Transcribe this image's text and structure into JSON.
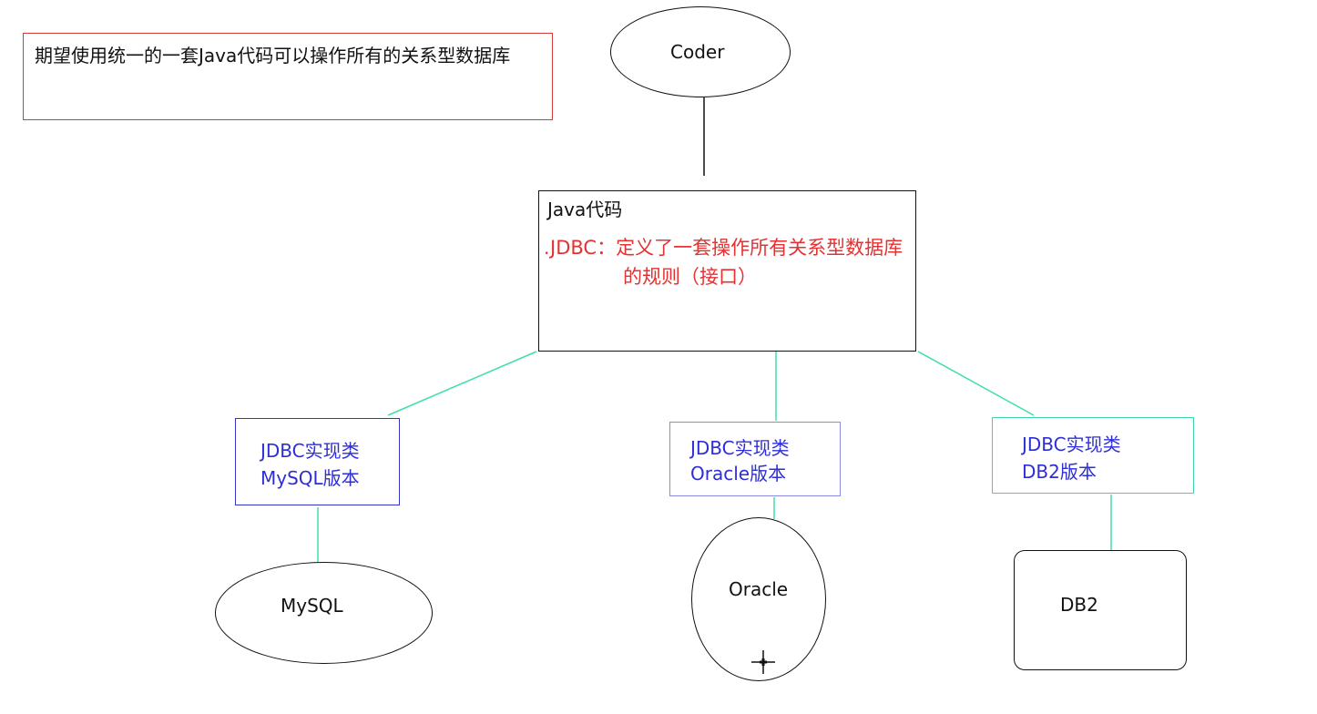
{
  "note": {
    "text": "期望使用统一的一套Java代码可以操作所有的关系型数据库"
  },
  "coder": {
    "label": "Coder"
  },
  "java_code": {
    "title": "Java代码",
    "marker": ".",
    "jdbc_line1": "JDBC：定义了一套操作所有关系型数据库",
    "jdbc_line2": "的规则（接口）"
  },
  "implementations": [
    {
      "line1": "JDBC实现类",
      "line2": "MySQL版本"
    },
    {
      "line1": "JDBC实现类",
      "line2": "Oracle版本"
    },
    {
      "line1": "JDBC实现类",
      "line2": "DB2版本"
    }
  ],
  "databases": [
    {
      "label": "MySQL"
    },
    {
      "label": "Oracle"
    },
    {
      "label": "DB2"
    }
  ],
  "colors": {
    "note_border": "#d63b3b",
    "jdbc_text": "#e53131",
    "impl_text": "#2e2ed6",
    "connector_green": "#3ee0a6",
    "connector_black": "#111111"
  },
  "icons": {
    "cursor": "crosshair-cursor-icon"
  }
}
